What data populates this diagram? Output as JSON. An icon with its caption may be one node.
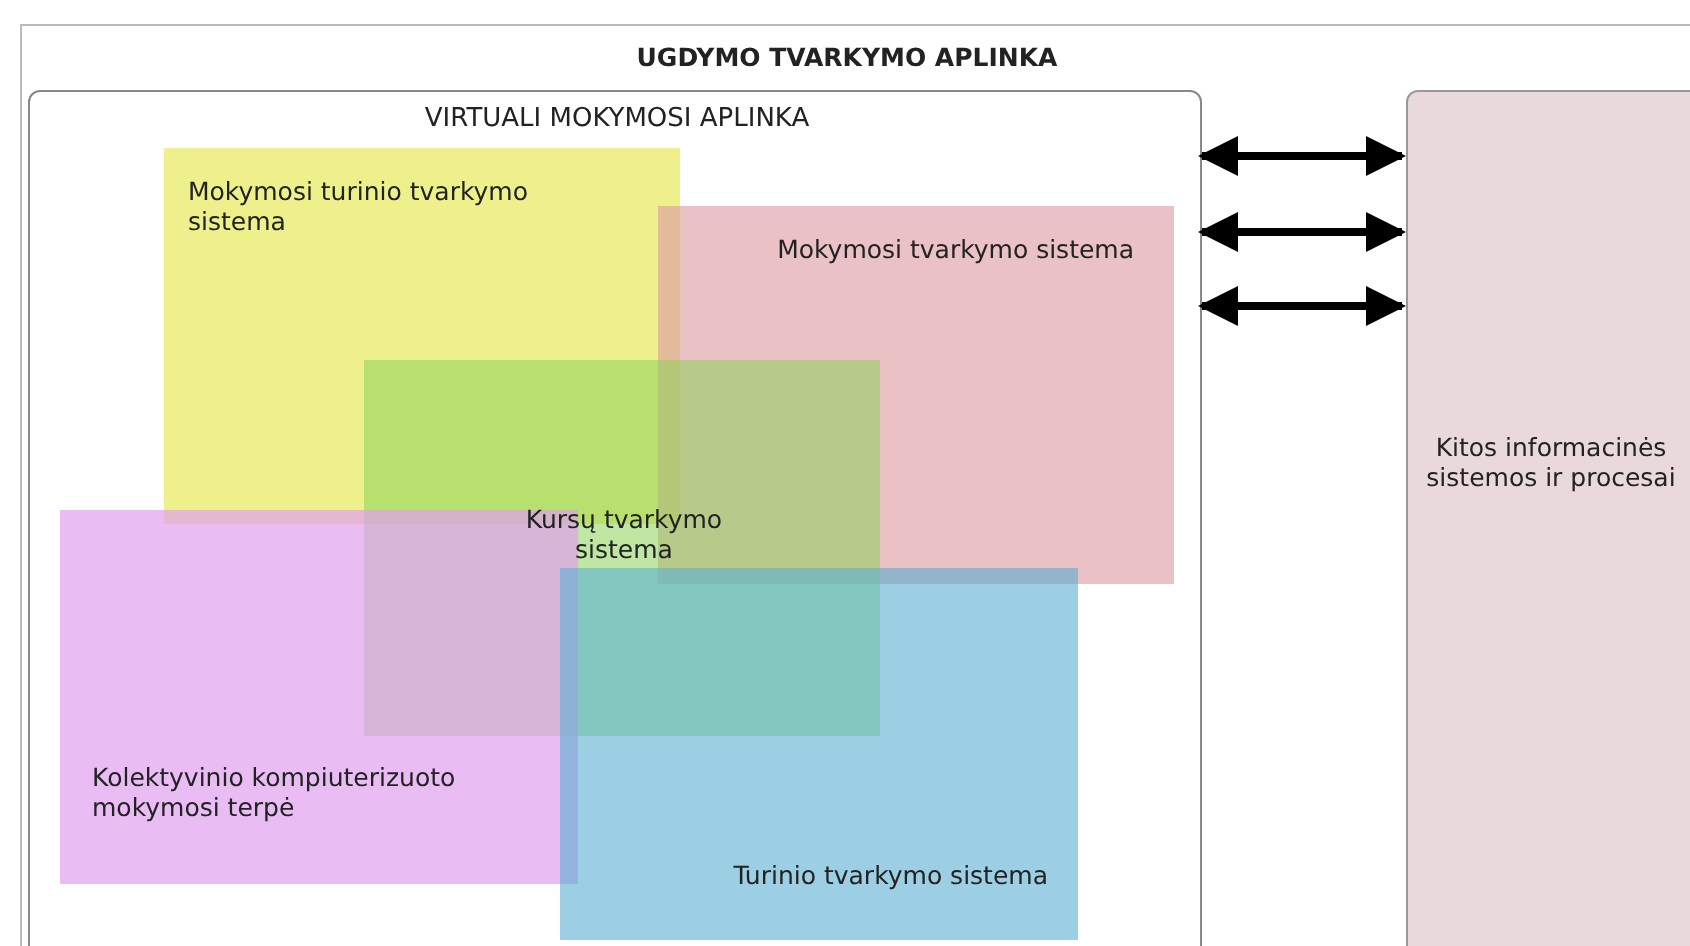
{
  "diagram": {
    "nodes": [
      {
        "text": [
          "UGDYMO TVARKYMO APLINKA"
        ]
      },
      {
        "text": [
          "VIRTUALI MOKYMOSI APLINKA"
        ],
        "in": 0
      },
      {
        "text": [
          "Mokymosi turinio tvarkymo sistema"
        ],
        "in": 1
      },
      {
        "text": [
          "Mokymosi tvarkymo sistema"
        ],
        "in": 1
      },
      {
        "text": [
          "Kursų tvarkymo sistema"
        ],
        "in": 1
      },
      {
        "text": [
          "Kolektyvinio kompiuterizuoto mokymosi terpė"
        ],
        "in": 1
      },
      {
        "text": [
          "Turinio tvarkymo sistema"
        ],
        "in": 1
      },
      {
        "text": [
          "Kitos informacinės sistemos ir procesai"
        ],
        "in": 0
      }
    ],
    "edges": [
      {
        "from": 1,
        "to": 7,
        "arrow": "both"
      },
      {
        "from": 1,
        "to": 7,
        "arrow": "both"
      },
      {
        "from": 1,
        "to": 7,
        "arrow": "both"
      }
    ]
  }
}
